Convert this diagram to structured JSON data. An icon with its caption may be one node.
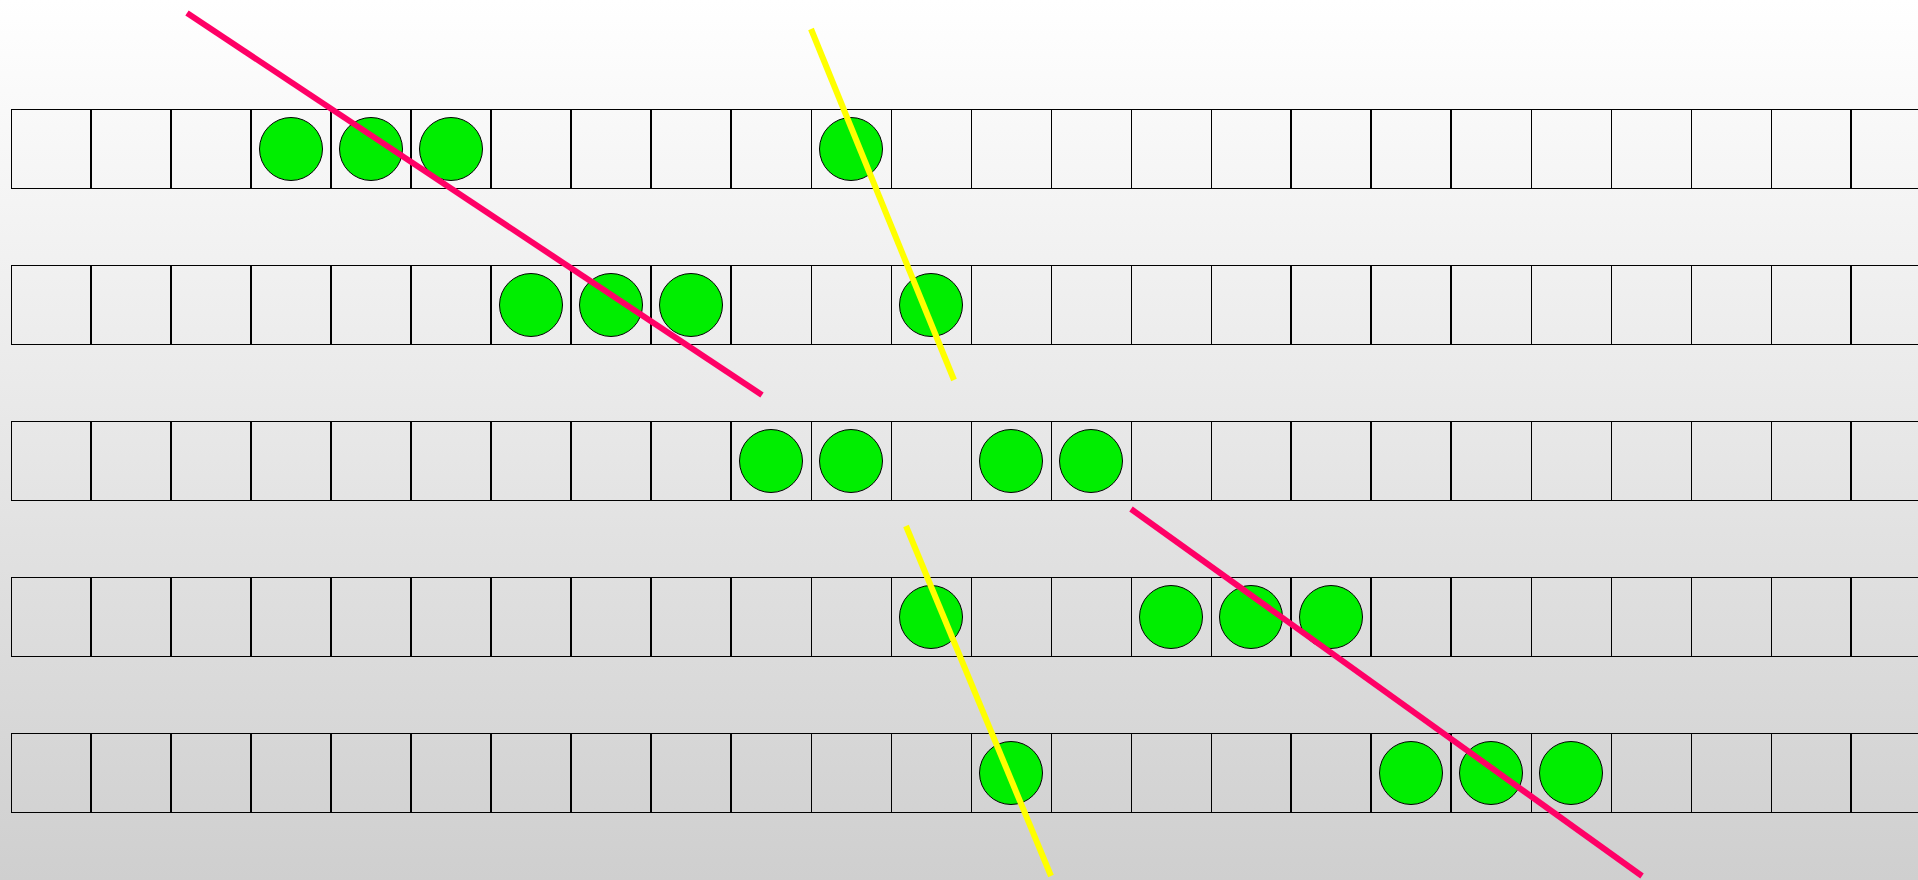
{
  "diagram": {
    "nodes": [
      {
        "text": [],
        "shape": "box"
      },
      {
        "text": [],
        "shape": "circle",
        "in": 0
      },
      {
        "text": [],
        "shape": "circle",
        "in": 0
      },
      {
        "text": [],
        "shape": "circle",
        "in": 0
      },
      {
        "text": [],
        "shape": "circle",
        "in": 0
      },
      {
        "text": [],
        "shape": "box"
      },
      {
        "text": [],
        "shape": "circle",
        "in": 5
      },
      {
        "text": [],
        "shape": "circle",
        "in": 5
      },
      {
        "text": [],
        "shape": "circle",
        "in": 5
      },
      {
        "text": [],
        "shape": "circle",
        "in": 5
      },
      {
        "text": [],
        "shape": "box"
      },
      {
        "text": [],
        "shape": "circle",
        "in": 10
      },
      {
        "text": [],
        "shape": "circle",
        "in": 10
      },
      {
        "text": [],
        "shape": "circle",
        "in": 10
      },
      {
        "text": [],
        "shape": "circle",
        "in": 10
      },
      {
        "text": [],
        "shape": "box"
      },
      {
        "text": [],
        "shape": "circle",
        "in": 15
      },
      {
        "text": [],
        "shape": "circle",
        "in": 15
      },
      {
        "text": [],
        "shape": "circle",
        "in": 15
      },
      {
        "text": [],
        "shape": "circle",
        "in": 15
      },
      {
        "text": [],
        "shape": "box"
      },
      {
        "text": [],
        "shape": "circle",
        "in": 20
      },
      {
        "text": [],
        "shape": "circle",
        "in": 20
      },
      {
        "text": [],
        "shape": "circle",
        "in": 20
      },
      {
        "text": [],
        "shape": "circle",
        "in": 20
      }
    ]
  }
}
